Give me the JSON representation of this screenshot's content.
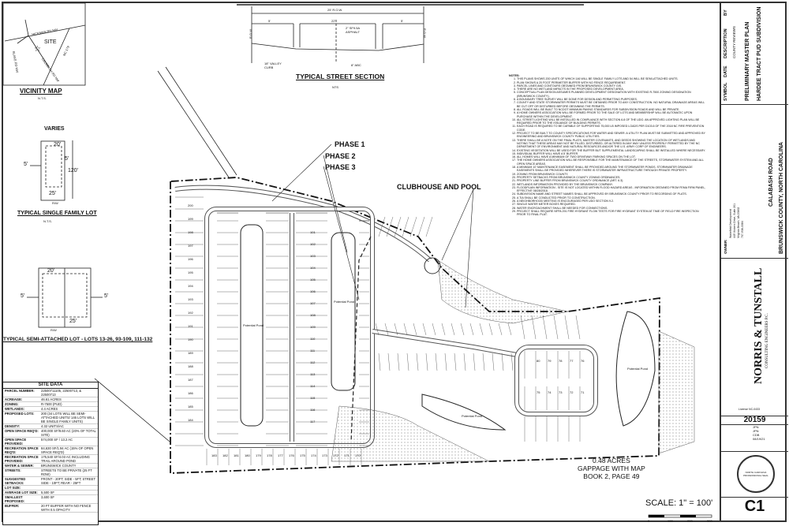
{
  "vicinity_map": {
    "title": "VICINITY MAP",
    "scale": "N.T.S.",
    "site_label": "SITE",
    "roads": [
      "HICKMAN RD NW",
      "CALABASH RD NW",
      "BLAKE RD NW",
      "NC 179"
    ]
  },
  "street_section": {
    "title": "TYPICAL STREET SECTION",
    "scale": "NTS",
    "row_width": "25' R.O.W.",
    "left_shoulder": "5'",
    "pavement": "22'",
    "right_shoulder": "5'",
    "asphalt_note": "2\" SF9.5A ASPHALT",
    "curb_note": "18\" VALLEY CURB",
    "abc_note": "8\" ABC",
    "row_left": "R.O.W.",
    "row_right": "R.O.W."
  },
  "single_lot": {
    "title": "TYPICAL SINGLE FAMILY LOT",
    "scale": "N.T.S.",
    "width": "VARIES",
    "front": "20'",
    "side": "5'",
    "side_left": "5'",
    "depth": "120'",
    "rear": "25'",
    "row": "R/W"
  },
  "semi_lot": {
    "title": "TYPICAL SEMI-ATTACHED LOT - LOTS 13-26, 93-109, 111-132",
    "front": "20'",
    "side_left": "5'",
    "side_right": "5'",
    "rear": "25'",
    "row": "R/W"
  },
  "site_data": {
    "title": "SITE DATA",
    "rows": [
      {
        "k": "PARCEL NUMBER:",
        "v": "22500711105, 22500713, & 22500713"
      },
      {
        "k": "ACREAGE:",
        "v": "46.61 ACRES"
      },
      {
        "k": "ZONING:",
        "v": "R-7500 (PUD)"
      },
      {
        "k": "WETLANDS:",
        "v": "4.4 ACRES"
      },
      {
        "k": "PROPOSED LOTS:",
        "v": "200 (34 LOTS WILL BE SEMI-ATTACHED UNITS/ 146 LOTS WILL BE SINGLE FAMILY UNITS)"
      },
      {
        "k": "DENSITY:",
        "v": "4.32 UNITS/AC"
      },
      {
        "k": "OPEN SPACE REQ'D:",
        "v": "400,000 SF/9.60 AC (20% OF TOTAL SITE)"
      },
      {
        "k": "OPEN SPACE PROVIDED:",
        "v": "574,000 SF / 13.2 AC"
      },
      {
        "k": "RECREATION SPACE REQ'D:",
        "v": "84,630 SF/1.94 AC (15% OF OPEN SPACE REQ'D)"
      },
      {
        "k": "RECREATION SPACE PROVIDED:",
        "v": "175,540 SF/4.03 AC INCLUDING TRAIL AROUND POND"
      },
      {
        "k": "WATER & SEWER:",
        "v": "BRUNSWICK COUNTY"
      },
      {
        "k": "STREETS:",
        "v": "STREETS TO BE PRIVATE (25 FT ROW)"
      },
      {
        "k": "SUGGESTED SETBACKS:",
        "v": "FRONT - 20FT; SIDE - 5FT; STREET SIDE - 10FT; REAR - 25FT"
      },
      {
        "k": "LOT SIZE:",
        "v": ""
      },
      {
        "k": "AVERAGE LOT SIZE:",
        "v": "5,500 SF"
      },
      {
        "k": "SMALLEST PROPOSED:",
        "v": "3,600 SF"
      },
      {
        "k": "BUFFER:",
        "v": "20 FT BUFFER WITH NO FENCE WITH 0.5 OPACITY"
      }
    ]
  },
  "notes": {
    "title": "NOTES:",
    "items": [
      "THIS PLANS SHOWS 200 UNITS OF WHICH 146 WILL BE SINGLE FAMILY LOTS AND 54 WILL BE SEMI-ATTACHED UNITS.",
      "PLAN SHOWS A 20 FOOT PERIMETER BUFFER WITH NO FENCE REQUIREMENT.",
      "PARCEL LINES AND CONTOURS OBTAINED FROM BRUNSWICK COUNTY GIS.",
      "THERE ARE NO WETLAND IMPACTS IN THE PROPOSED DEVELOPMENT AREA.",
      "CONCEPTUAL PLAN DESIGN ASSUMES PLANNED DEVELOPMENT DESIGNATION WITH EXISTING R-7500 ZONING DESIGNATION (BRUNSWICK COUNTY).",
      "A BOUNDARY TREE SURVEY WILL BE DONE FOR DESIGN AND PERMITTING PURPOSES.",
      "COUNTY AND STATE STORMWATER PERMITS MUST BE OBTAINED PRIOR TO ANY CONSTRUCTION. NO NATURAL DRAINAGE AREAS WILL BE CUT OFF OR DISTURBED BEFORE OBTAINING THE PERMITS.",
      "ALL ROADS WILL BE BUILT TO NCDOT MINIMUM PAVING STANDARDS FOR SUBDIVISION ROADS AND WILL BE PRIVATE.",
      "A HOME OWNERS ASSOCIATION WILL BE FORMED PRIOR TO THE SALE OF LOTS AND MEMBERSHIP WILL BE AUTOMATIC UPON PURCHASE WITHIN THE DEVELOPMENT.",
      "ALL STREET LIGHTING WILL BE INSTALLED IN COMPLIANCE WITH SECTION 6.8 OF THE UDO. AN APPROVED LIGHTING PLAN WILL BE REQUIRED PRIOR TO THE ISSUANCE OF BUILDING PERMITS.",
      "EACH ROAD IS REQUIRED TO BE CAPABLE OF SUPPORTING 75,000 LB IMPOSED LOADS PER D103.6 OF THE 2018 NC FIRE PREVENTION CODE.",
      "PROJECT TO BE BUILT TO COUNTY SPECIFICATIONS FOR WATER AND SEWER. A UTILITY PLAN MUST BE SUBMITTED AND APPROVED BY ENGINEERING AND BRUNSWICK COUNTY PUBLIC UTILITIES.",
      "THERE SHALL BE A NOTE ON THE FINAL PLATS, MASTER COVENANTS, AND DEEDS SHOWING THE LOCATION OF WETLANDS AND NOTING THAT THESE AREAS MAY NOT BE FILLED, DISTURBED, OR ALTERED IN ANY WAY UNLESS PROPERLY PERMITTED BY THE NC DEPARTMENT OF ENVIRONMENT AND NATURAL RESOURCES AND/OR THE U.S. ARMY CORP OF ENGINEERS.",
      "EXISTING VEGETATION WILL BE USED FOR THE BUFFER BUT SUPPLEMENTAL LANDSCAPING SHALL BE INSTALLED WHERE NECESSARY.",
      "INDIVIDUAL BUFFER WILL HAVE A 5' BUFFER.",
      "ALL HOMES WILL HAVE A MINIMUM OF TWO DRIVEWAY PARKING SPACES ON THE LOT.",
      "THE HOME OWNERS ASSOCIATION WILL BE RESPONSIBLE FOR THE MAINTENANCE OF THE STREETS, STORMWATER SYSTEM AND ALL OPEN SPACE AREAS.",
      "A MINIMUM 10' MAINTENANCE EASEMENT SHALL BE PROVIDED AROUND THE STORMWATER PONDS. STORMWATER DRAINAGE EASEMENTS SHALL BE PROVIDED WHEREVER THERE IS STORMWATER INFRASTRUCTURE THROUGH PRIVATE PROPERTY.",
      "ZONING FROM BRUNSWICK COUNTY.",
      "PROPERTY SETBACKS FROM BRUNSWICK COUNTY ZONING ORDINANCES.",
      "PROPERTY LINE BUFFER FROM BRUNSWICK COUNTY ORDINANCE (ART. 6.3).",
      "WETLANDS INFORMATION PROVIDED BY THE BRUNSWICK COMPANY.",
      "FLOODPLAIN INFORMATION - SITE IS NOT LOCATED WITHIN FLOOD HAZARD AREAS - INFORMATION OBTAINED FROM FEMA FIRM PANEL, EFFECTIVE 08/28/2018.",
      "SUBDIVISION NAME AND STREET NAMES SHALL BE APPROVED BY BRUNSWICK COUNTY PRIOR TO RECORDING OF PLATS.",
      "A TIA SHALL BE CONDUCTED PRIOR TO CONSTRUCTION.",
      "A NEIGHBORHOOD MEETING IS ENCOURAGED PER UDO SECTION 9.2.",
      "SINGLE WATER METER BOXES REQUIRED.",
      "WATER ENCROACHMENT SHALL BE NEEDED FOR CONNECTIONS.",
      "PROJECT SHALL REQUIRE NFPA 291 FIRE HYDRANT FLOW TESTS FOR FIRE HYDRANT SYSTEM AT TIME OF FIELD FIRE INSPECTION PRIOR TO FINAL PLAT."
    ]
  },
  "plan": {
    "phase_labels": [
      "PHASE 1",
      "PHASE 2",
      "PHASE 3"
    ],
    "clubhouse_label": "CLUBHOUSE AND POOL",
    "pond_label": "Potential Pond",
    "gappage": [
      "0.48 ACRES",
      "GAPPAGE WITH MAP",
      "BOOK 2, PAGE 49"
    ],
    "scale_label": "SCALE:  1\" = 100'",
    "scale_ticks": [
      "0",
      "100",
      "200",
      "300"
    ],
    "lots_col_a": [
      "200",
      "199",
      "198",
      "197",
      "196",
      "195",
      "194",
      "193",
      "192",
      "191",
      "190",
      "189",
      "188",
      "187",
      "186",
      "185",
      "184"
    ],
    "lots_col_b": [
      "101",
      "102",
      "103",
      "104",
      "105",
      "106",
      "107",
      "108",
      "109",
      "110",
      "111",
      "112",
      "113",
      "114",
      "115",
      "116",
      "117"
    ],
    "lots_bottom": [
      "183",
      "182",
      "181",
      "180",
      "179",
      "178",
      "177",
      "176",
      "175",
      "174",
      "173",
      "172",
      "171",
      "170"
    ],
    "lots_cul": [
      "80",
      "79",
      "78",
      "77",
      "76",
      "75",
      "74",
      "73",
      "72",
      "71"
    ]
  },
  "title_block": {
    "revisions_header": [
      "SYMBOL",
      "DATE",
      "DESCRIPTION",
      "BY"
    ],
    "revision_row": "COUNTY REVIEWS",
    "owner_label": "OWNER:",
    "owner_lines": [
      "Wakefield Development",
      "449 Vickers Drive, Suite 201",
      "Virginia Beach, VA 23462",
      "757-938-3384"
    ],
    "plan_title": "PRELIMINARY MASTER PLAN",
    "project": "HARDEE TRACT PUD SUBDIVISION",
    "road": "CALABASH ROAD",
    "county": "BRUNSWICK COUNTY, NORTH CAROLINA",
    "firm": "NORRIS & TUNSTALL",
    "firm_sub": "CONSULTING ENGINEERS P.C.",
    "license": "License NC-0433",
    "project_no": "20159",
    "des": "JPN",
    "drn": "JPN",
    "chk": "CDB",
    "date": "08/19/21",
    "seal_text": "NORTH CAROLINA PROFESSIONAL SEAL",
    "sheet": "C1"
  }
}
